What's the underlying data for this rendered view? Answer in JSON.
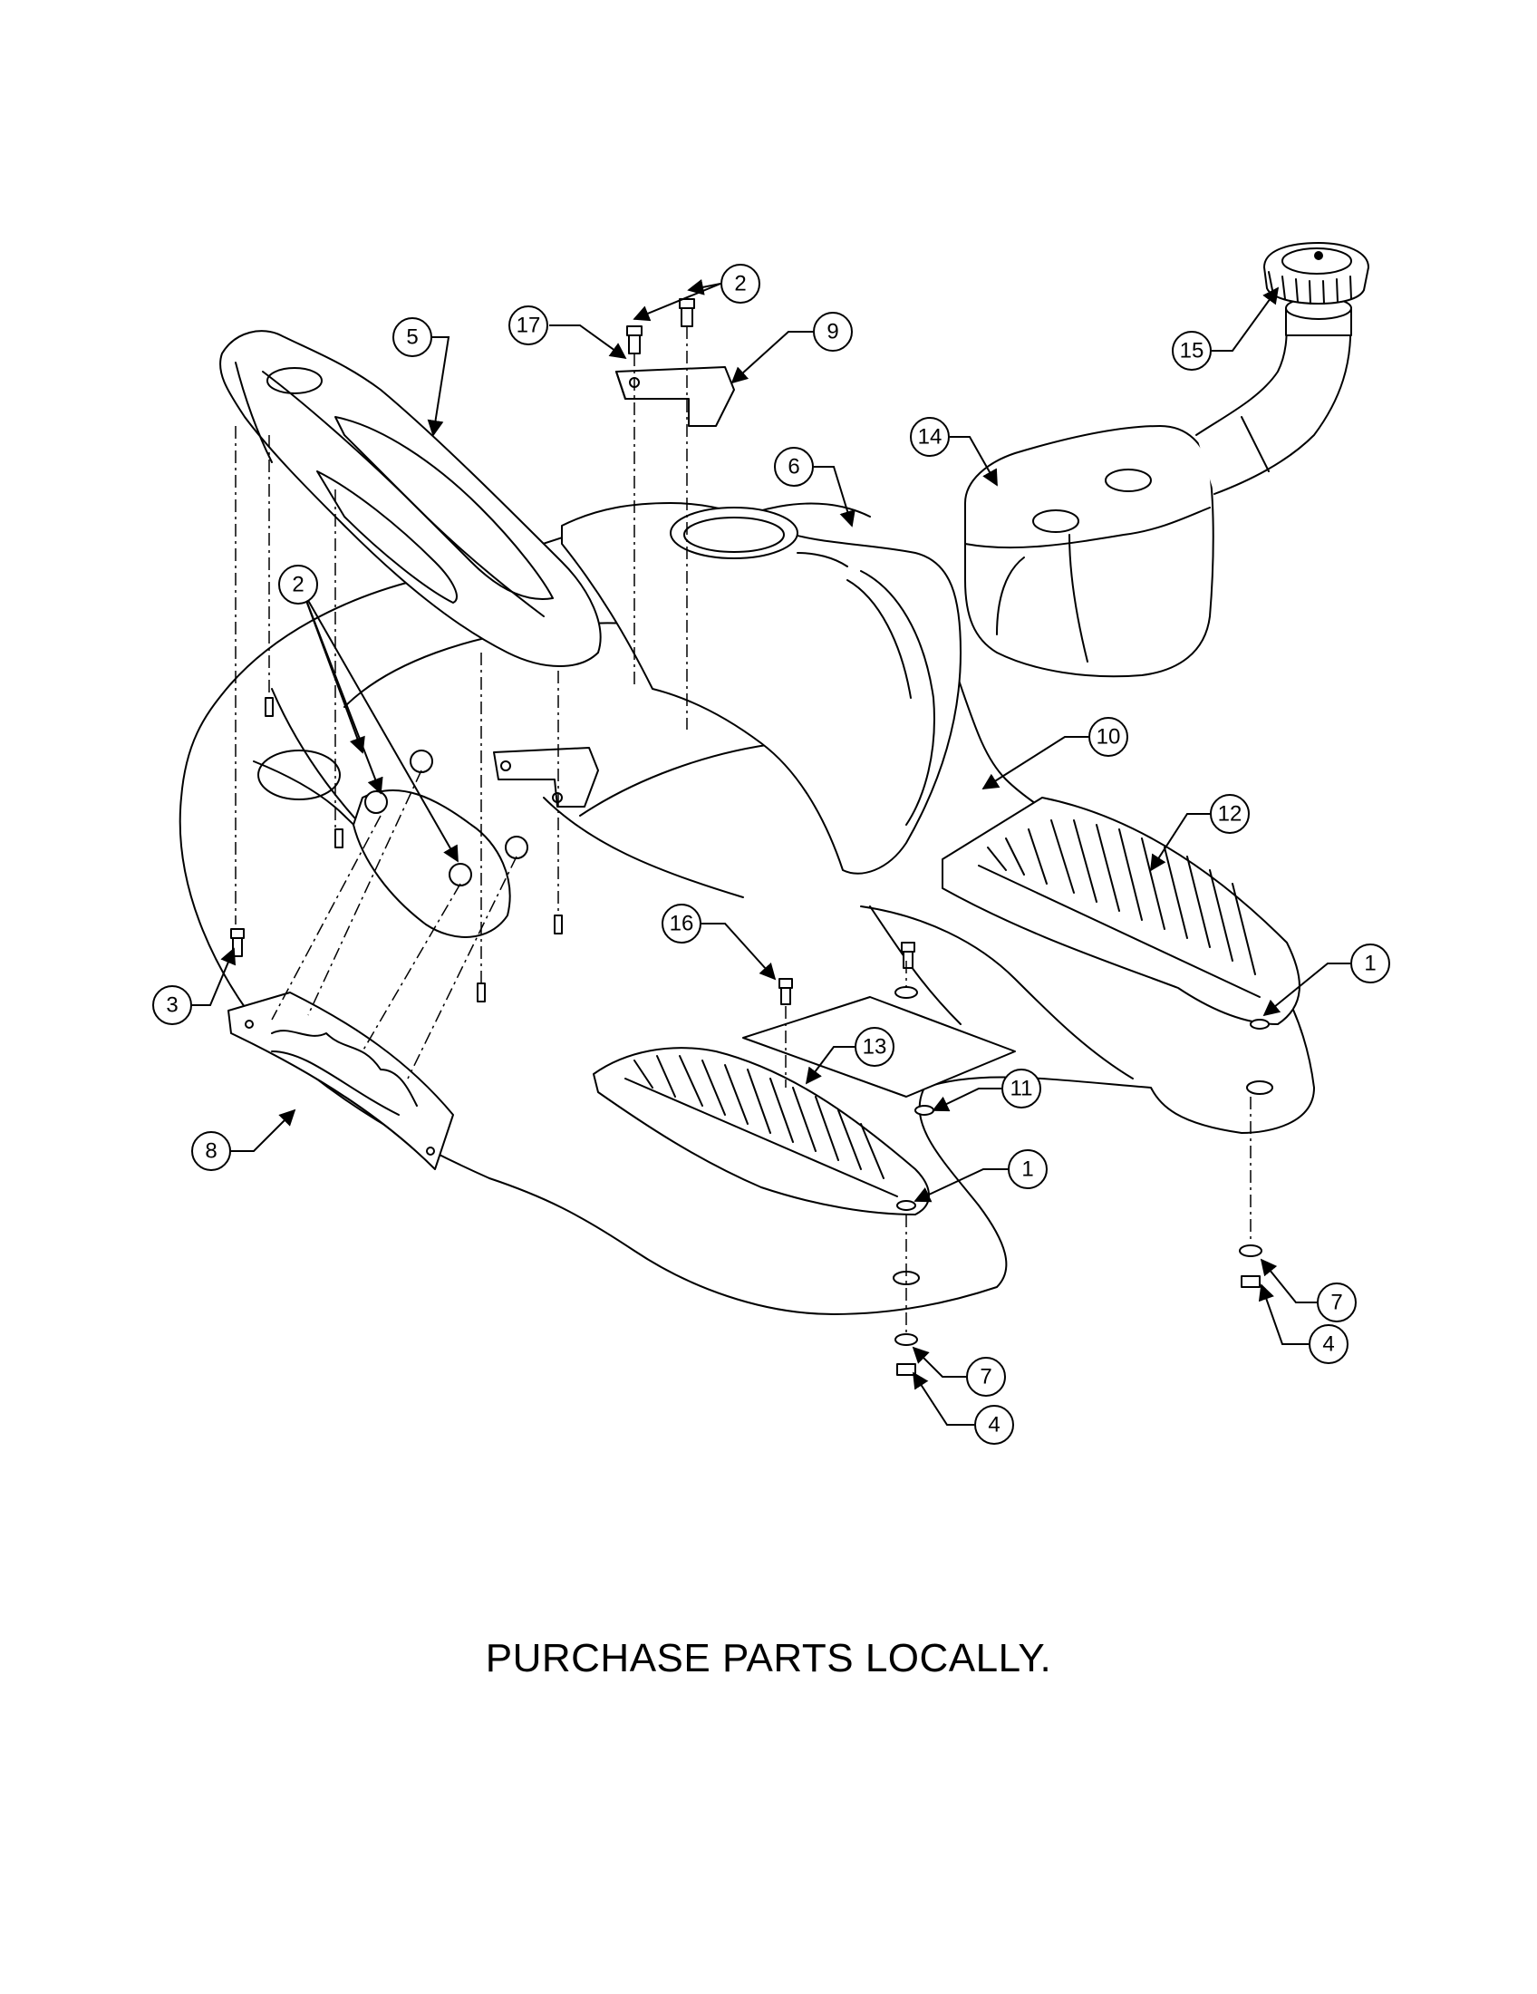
{
  "caption": "PURCHASE PARTS LOCALLY.",
  "callouts": [
    {
      "id": "c5",
      "label": "5"
    },
    {
      "id": "c17",
      "label": "17"
    },
    {
      "id": "c2a",
      "label": "2"
    },
    {
      "id": "c9",
      "label": "9"
    },
    {
      "id": "c15",
      "label": "15"
    },
    {
      "id": "c14",
      "label": "14"
    },
    {
      "id": "c6",
      "label": "6"
    },
    {
      "id": "c2b",
      "label": "2"
    },
    {
      "id": "c10",
      "label": "10"
    },
    {
      "id": "c12",
      "label": "12"
    },
    {
      "id": "c16",
      "label": "16"
    },
    {
      "id": "c1a",
      "label": "1"
    },
    {
      "id": "c3",
      "label": "3"
    },
    {
      "id": "c13",
      "label": "13"
    },
    {
      "id": "c11",
      "label": "11"
    },
    {
      "id": "c8",
      "label": "8"
    },
    {
      "id": "c1b",
      "label": "1"
    },
    {
      "id": "c7a",
      "label": "7"
    },
    {
      "id": "c4a",
      "label": "4"
    },
    {
      "id": "c7b",
      "label": "7"
    },
    {
      "id": "c4b",
      "label": "4"
    }
  ],
  "colors": {
    "line": "#000000",
    "fill": "#ffffff",
    "shade": "#e8e8e8"
  }
}
